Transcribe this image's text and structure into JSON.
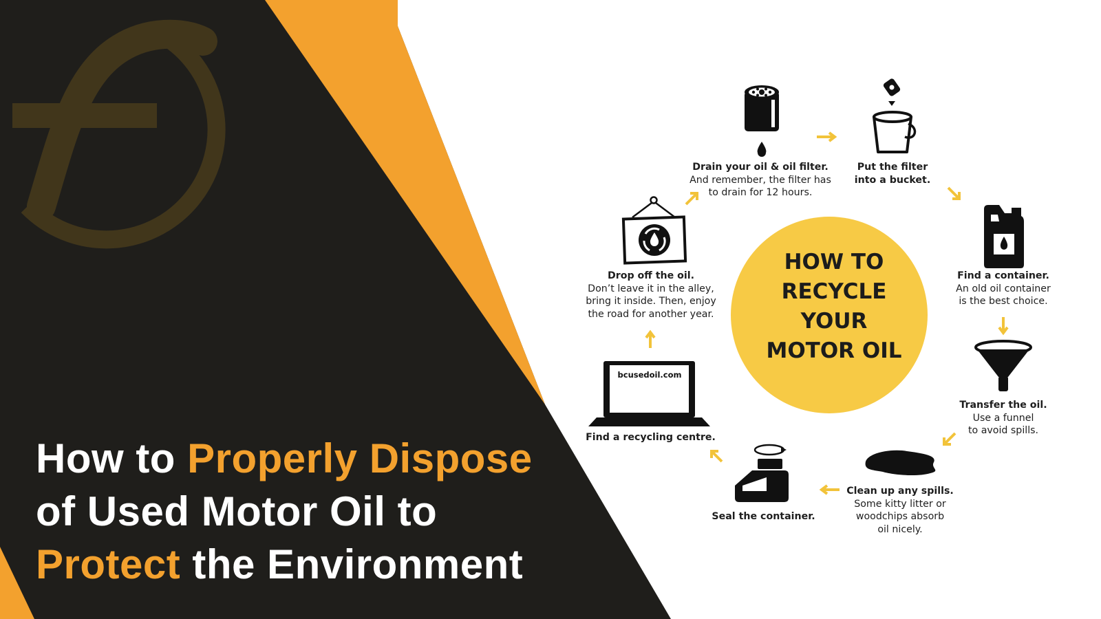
{
  "colors": {
    "dark_panel": "#1f1e1b",
    "orange": "#f3a12e",
    "yellow_circle": "#f7ca45",
    "arrow_yellow": "#f2c33a",
    "icon_black": "#111111"
  },
  "headline": {
    "part1": "How to ",
    "part2": "Properly Dispose",
    "part3": "of Used Motor Oil to",
    "part4": "Protect",
    "part5": " the Environment"
  },
  "diagram": {
    "center_title_lines": [
      "HOW TO",
      "RECYCLE",
      "YOUR",
      "MOTOR OIL"
    ],
    "laptop_url": "bcusedoil.com",
    "steps": [
      {
        "icon": "oil-filter-icon",
        "title": "Drain your oil & oil filter.",
        "desc": [
          "And remember, the filter has",
          "to drain for 12 hours."
        ]
      },
      {
        "icon": "bucket-icon",
        "title": "Put the filter",
        "title2": "into a bucket.",
        "desc": []
      },
      {
        "icon": "oil-container-icon",
        "title": "Find a container.",
        "desc": [
          "An old oil container",
          "is the best choice."
        ]
      },
      {
        "icon": "funnel-icon",
        "title": "Transfer the oil.",
        "desc": [
          "Use a funnel",
          "to avoid spills."
        ]
      },
      {
        "icon": "oil-spill-icon",
        "title": "Clean up any spills.",
        "desc": [
          "Some kitty litter or",
          "woodchips absorb",
          "oil nicely."
        ]
      },
      {
        "icon": "sealed-container-icon",
        "title": "Seal the container.",
        "desc": []
      },
      {
        "icon": "laptop-icon",
        "title": "Find a recycling centre.",
        "desc": []
      },
      {
        "icon": "recycle-sign-icon",
        "title": "Drop off the oil.",
        "desc": [
          "Don’t leave it in the alley,",
          "bring it inside. Then, enjoy",
          "the road for another year."
        ]
      }
    ]
  }
}
